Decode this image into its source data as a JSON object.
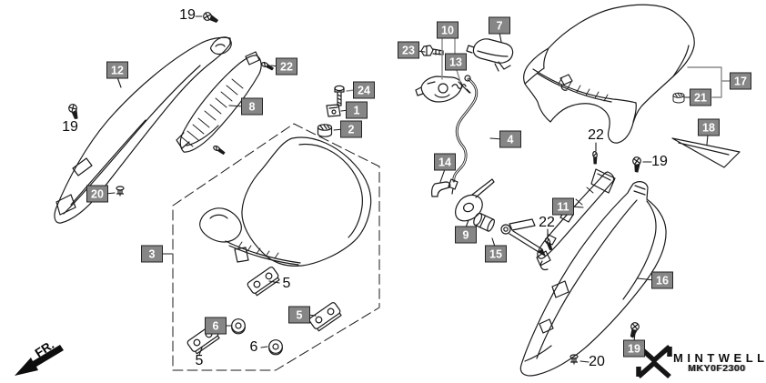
{
  "colors": {
    "line": "#1a1a1a",
    "label_box_bg": "#868686",
    "label_box_border": "#222222",
    "label_text": "#ffffff"
  },
  "watermark": {
    "brand": "MINTWELL",
    "code": "MKY0F2300"
  },
  "direction_indicator": {
    "label": "FR."
  },
  "labels": [
    {
      "text": "19",
      "style": "plain"
    },
    {
      "text": "12",
      "style": "boxed"
    },
    {
      "text": "22",
      "style": "boxed"
    },
    {
      "text": "8",
      "style": "boxed"
    },
    {
      "text": "24",
      "style": "boxed"
    },
    {
      "text": "1",
      "style": "boxed"
    },
    {
      "text": "2",
      "style": "boxed"
    },
    {
      "text": "19",
      "style": "plain"
    },
    {
      "text": "20",
      "style": "boxed"
    },
    {
      "text": "3",
      "style": "boxed"
    },
    {
      "text": "5",
      "style": "plain"
    },
    {
      "text": "5",
      "style": "boxed"
    },
    {
      "text": "6",
      "style": "boxed"
    },
    {
      "text": "6",
      "style": "plain"
    },
    {
      "text": "5",
      "style": "plain"
    },
    {
      "text": "10",
      "style": "boxed"
    },
    {
      "text": "7",
      "style": "boxed"
    },
    {
      "text": "23",
      "style": "boxed"
    },
    {
      "text": "13",
      "style": "boxed"
    },
    {
      "text": "4",
      "style": "boxed"
    },
    {
      "text": "14",
      "style": "boxed"
    },
    {
      "text": "9",
      "style": "boxed"
    },
    {
      "text": "15",
      "style": "boxed"
    },
    {
      "text": "22",
      "style": "plain"
    },
    {
      "text": "11",
      "style": "boxed"
    },
    {
      "text": "22",
      "style": "plain"
    },
    {
      "text": "19",
      "style": "plain"
    },
    {
      "text": "17",
      "style": "boxed"
    },
    {
      "text": "21",
      "style": "boxed"
    },
    {
      "text": "18",
      "style": "boxed"
    },
    {
      "text": "16",
      "style": "boxed"
    },
    {
      "text": "19",
      "style": "boxed"
    },
    {
      "text": "20",
      "style": "plain"
    }
  ]
}
